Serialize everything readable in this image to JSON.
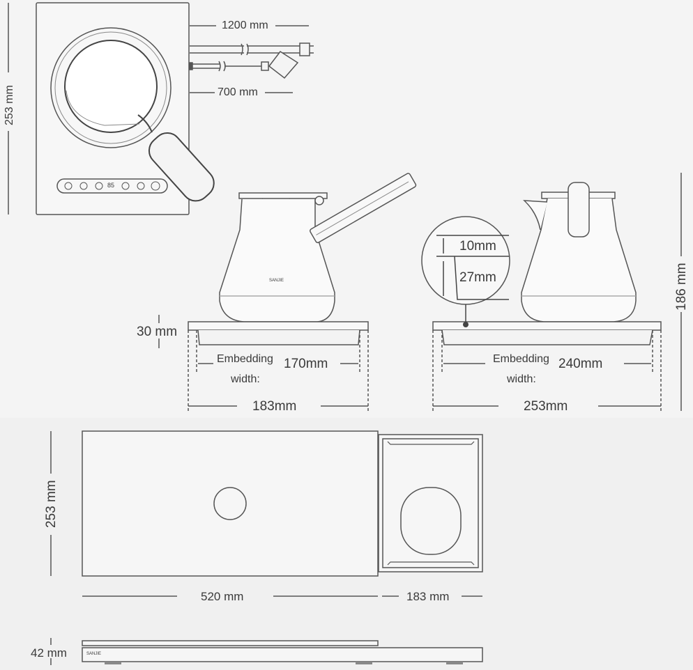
{
  "top_view": {
    "height_label": "253 mm",
    "cable1_label": "1200 mm",
    "cable2_label": "700 mm",
    "display_temp": "85"
  },
  "pot_side": {
    "height_label": "30 mm",
    "embed_label_line1": "Embedding",
    "embed_label_line2": "width:",
    "embed_value": "170mm",
    "overall_width": "183mm",
    "brand": "SANJIE"
  },
  "kettle_side": {
    "height_label": "186 mm",
    "embed_label_line1": "Embedding",
    "embed_label_line2": "width:",
    "embed_value": "240mm",
    "overall_width": "253mm",
    "detail_top": "10mm",
    "detail_bottom": "27mm"
  },
  "plan_view": {
    "height_label": "253 mm",
    "width_main": "520 mm",
    "width_side": "183 mm"
  },
  "profile_view": {
    "height_label": "42 mm",
    "brand": "SANJIE"
  }
}
